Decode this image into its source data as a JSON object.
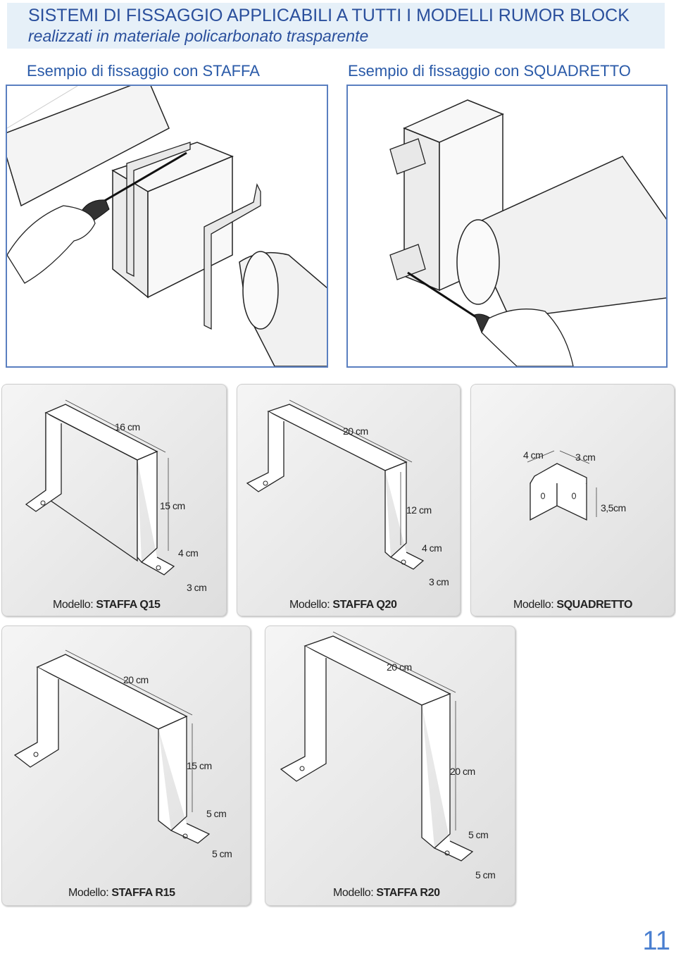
{
  "header": {
    "title": "SISTEMI DI FISSAGGIO APPLICABILI A TUTTI I MODELLI RUMOR BLOCK",
    "subtitle": "realizzati in materiale policarbonato trasparente"
  },
  "examples": [
    {
      "label": "Esempio di fissaggio con STAFFA"
    },
    {
      "label": "Esempio di fissaggio con SQUADRETTO"
    }
  ],
  "models": {
    "q15": {
      "prefix": "Modello:",
      "name": "STAFFA Q15",
      "dims": [
        "16 cm",
        "15 cm",
        "4 cm",
        "3 cm"
      ]
    },
    "q20": {
      "prefix": "Modello:",
      "name": "STAFFA Q20",
      "dims": [
        "20 cm",
        "12 cm",
        "4 cm",
        "3 cm"
      ]
    },
    "squadretto": {
      "prefix": "Modello:",
      "name": "SQUADRETTO",
      "dims": [
        "4 cm",
        "3 cm",
        "3,5cm"
      ]
    },
    "r15": {
      "prefix": "Modello:",
      "name": "STAFFA R15",
      "dims": [
        "20 cm",
        "15 cm",
        "5 cm",
        "5 cm"
      ]
    },
    "r20": {
      "prefix": "Modello:",
      "name": "STAFFA R20",
      "dims": [
        "20 cm",
        "20 cm",
        "5 cm",
        "5 cm"
      ]
    }
  },
  "page_number": "11",
  "colors": {
    "title": "#2a4f9c",
    "accent": "#4a7fd0",
    "panel": "#e4e4e4"
  }
}
